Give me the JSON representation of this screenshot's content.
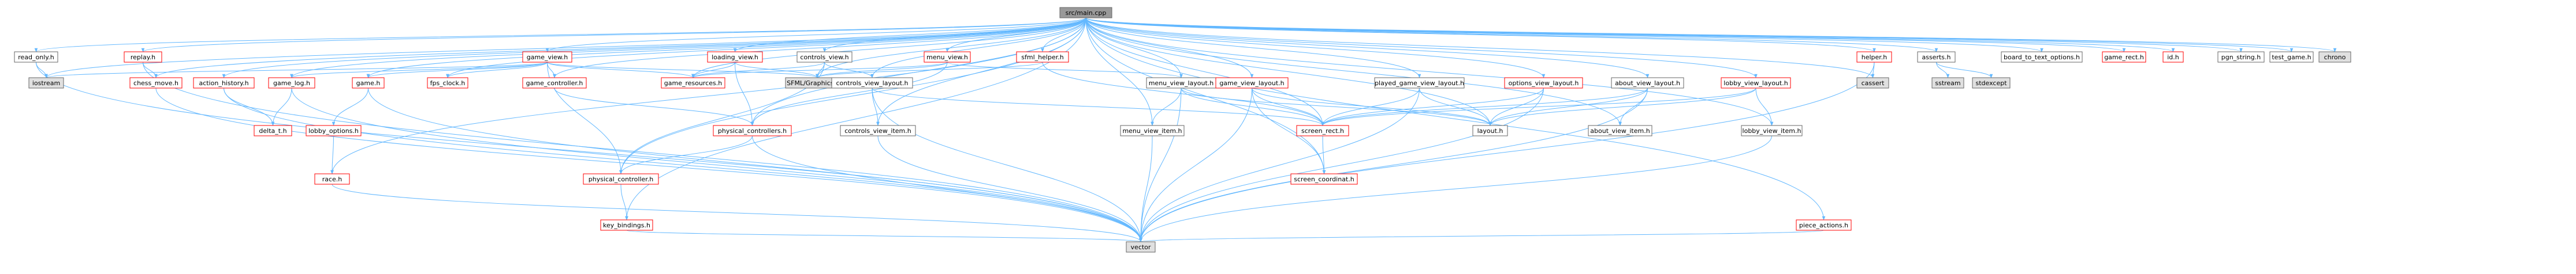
{
  "title": "",
  "colors": {
    "edge": "#63b8ff",
    "node_border_default": "#666666",
    "node_border_red": "#ff0000",
    "node_fill_root": "#999999",
    "node_fill_system": "#e0e0e0",
    "node_fill_default": "#ffffff",
    "text": "#000000"
  },
  "nodes": [
    {
      "id": "src_main_cpp",
      "label": "src/main.cpp",
      "style": "root"
    },
    {
      "id": "read_only_h",
      "label": "read_only.h",
      "style": "default"
    },
    {
      "id": "iostream",
      "label": "iostream",
      "style": "system"
    },
    {
      "id": "replay_h",
      "label": "replay.h",
      "style": "red"
    },
    {
      "id": "chess_move_h",
      "label": "chess_move.h",
      "style": "red"
    },
    {
      "id": "action_history_h",
      "label": "action_history.h",
      "style": "red"
    },
    {
      "id": "delta_t_h",
      "label": "delta_t.h",
      "style": "red"
    },
    {
      "id": "game_log_h",
      "label": "game_log.h",
      "style": "red"
    },
    {
      "id": "lobby_options_h",
      "label": "lobby_options.h",
      "style": "red"
    },
    {
      "id": "race_h",
      "label": "race.h",
      "style": "red"
    },
    {
      "id": "game_h",
      "label": "game.h",
      "style": "red"
    },
    {
      "id": "fps_clock_h",
      "label": "fps_clock.h",
      "style": "red"
    },
    {
      "id": "game_view_h",
      "label": "game_view.h",
      "style": "red"
    },
    {
      "id": "game_controller_h",
      "label": "game_controller.h",
      "style": "red"
    },
    {
      "id": "physical_controller_h",
      "label": "physical_controller.h",
      "style": "red"
    },
    {
      "id": "key_bindings_h",
      "label": "key_bindings.h",
      "style": "red"
    },
    {
      "id": "loading_view_h",
      "label": "loading_view.h",
      "style": "red"
    },
    {
      "id": "game_resources_h",
      "label": "game_resources.h",
      "style": "red"
    },
    {
      "id": "physical_controllers_h",
      "label": "physical_controllers.h",
      "style": "red"
    },
    {
      "id": "controls_view_h",
      "label": "controls_view.h",
      "style": "default"
    },
    {
      "id": "sfml_graphics_hpp",
      "label": "SFML/Graphics.hpp",
      "style": "system"
    },
    {
      "id": "controls_view_layout_h",
      "label": "controls_view_layout.h",
      "style": "default"
    },
    {
      "id": "controls_view_item_h",
      "label": "controls_view_item.h",
      "style": "default"
    },
    {
      "id": "menu_view_h",
      "label": "menu_view.h",
      "style": "red"
    },
    {
      "id": "sfml_helper_h",
      "label": "sfml_helper.h",
      "style": "red"
    },
    {
      "id": "menu_view_layout_h",
      "label": "menu_view_layout.h",
      "style": "default"
    },
    {
      "id": "menu_view_item_h",
      "label": "menu_view_item.h",
      "style": "default"
    },
    {
      "id": "game_view_layout_h",
      "label": "game_view_layout.h",
      "style": "red"
    },
    {
      "id": "screen_rect_h",
      "label": "screen_rect.h",
      "style": "red"
    },
    {
      "id": "screen_coordinat_h",
      "label": "screen_coordinat.h",
      "style": "red"
    },
    {
      "id": "played_game_view_layout_h",
      "label": "played_game_view_layout.h",
      "style": "default"
    },
    {
      "id": "options_view_layout_h",
      "label": "options_view_layout.h",
      "style": "red"
    },
    {
      "id": "layout_h",
      "label": "layout.h",
      "style": "default"
    },
    {
      "id": "about_view_layout_h",
      "label": "about_view_layout.h",
      "style": "default"
    },
    {
      "id": "about_view_item_h",
      "label": "about_view_item.h",
      "style": "default"
    },
    {
      "id": "lobby_view_layout_h",
      "label": "lobby_view_layout.h",
      "style": "red"
    },
    {
      "id": "lobby_view_item_h",
      "label": "lobby_view_item.h",
      "style": "default"
    },
    {
      "id": "helper_h",
      "label": "helper.h",
      "style": "red"
    },
    {
      "id": "cassert",
      "label": "cassert",
      "style": "system"
    },
    {
      "id": "asserts_h",
      "label": "asserts.h",
      "style": "default"
    },
    {
      "id": "sstream",
      "label": "sstream",
      "style": "system"
    },
    {
      "id": "stdexcept",
      "label": "stdexcept",
      "style": "system"
    },
    {
      "id": "board_to_text_options_h",
      "label": "board_to_text_options.h",
      "style": "default"
    },
    {
      "id": "game_rect_h",
      "label": "game_rect.h",
      "style": "red"
    },
    {
      "id": "id_h",
      "label": "id.h",
      "style": "red"
    },
    {
      "id": "pgn_string_h",
      "label": "pgn_string.h",
      "style": "default"
    },
    {
      "id": "test_game_h",
      "label": "test_game.h",
      "style": "default"
    },
    {
      "id": "chrono",
      "label": "chrono",
      "style": "system"
    },
    {
      "id": "piece_actions_h",
      "label": "piece_actions.h",
      "style": "red"
    },
    {
      "id": "vector",
      "label": "vector",
      "style": "system"
    }
  ],
  "edges": [
    [
      "src_main_cpp",
      "read_only_h"
    ],
    [
      "src_main_cpp",
      "iostream"
    ],
    [
      "src_main_cpp",
      "replay_h"
    ],
    [
      "src_main_cpp",
      "chess_move_h"
    ],
    [
      "src_main_cpp",
      "action_history_h"
    ],
    [
      "src_main_cpp",
      "game_log_h"
    ],
    [
      "src_main_cpp",
      "game_h"
    ],
    [
      "src_main_cpp",
      "race_h"
    ],
    [
      "src_main_cpp",
      "fps_clock_h"
    ],
    [
      "src_main_cpp",
      "game_view_h"
    ],
    [
      "src_main_cpp",
      "game_controller_h"
    ],
    [
      "src_main_cpp",
      "physical_controller_h"
    ],
    [
      "src_main_cpp",
      "key_bindings_h"
    ],
    [
      "src_main_cpp",
      "loading_view_h"
    ],
    [
      "src_main_cpp",
      "game_resources_h"
    ],
    [
      "src_main_cpp",
      "physical_controllers_h"
    ],
    [
      "src_main_cpp",
      "controls_view_h"
    ],
    [
      "src_main_cpp",
      "sfml_graphics_hpp"
    ],
    [
      "src_main_cpp",
      "controls_view_layout_h"
    ],
    [
      "src_main_cpp",
      "controls_view_item_h"
    ],
    [
      "src_main_cpp",
      "menu_view_h"
    ],
    [
      "src_main_cpp",
      "sfml_helper_h"
    ],
    [
      "src_main_cpp",
      "menu_view_layout_h"
    ],
    [
      "src_main_cpp",
      "menu_view_item_h"
    ],
    [
      "src_main_cpp",
      "game_view_layout_h"
    ],
    [
      "src_main_cpp",
      "screen_rect_h"
    ],
    [
      "src_main_cpp",
      "screen_coordinat_h"
    ],
    [
      "src_main_cpp",
      "played_game_view_layout_h"
    ],
    [
      "src_main_cpp",
      "options_view_layout_h"
    ],
    [
      "src_main_cpp",
      "layout_h"
    ],
    [
      "src_main_cpp",
      "about_view_layout_h"
    ],
    [
      "src_main_cpp",
      "about_view_item_h"
    ],
    [
      "src_main_cpp",
      "lobby_view_layout_h"
    ],
    [
      "src_main_cpp",
      "lobby_view_item_h"
    ],
    [
      "src_main_cpp",
      "helper_h"
    ],
    [
      "src_main_cpp",
      "cassert"
    ],
    [
      "src_main_cpp",
      "asserts_h"
    ],
    [
      "src_main_cpp",
      "board_to_text_options_h"
    ],
    [
      "src_main_cpp",
      "game_rect_h"
    ],
    [
      "src_main_cpp",
      "id_h"
    ],
    [
      "src_main_cpp",
      "pgn_string_h"
    ],
    [
      "src_main_cpp",
      "test_game_h"
    ],
    [
      "src_main_cpp",
      "chrono"
    ],
    [
      "src_main_cpp",
      "piece_actions_h"
    ],
    [
      "read_only_h",
      "iostream"
    ],
    [
      "read_only_h",
      "vector"
    ],
    [
      "replay_h",
      "chess_move_h"
    ],
    [
      "replay_h",
      "vector"
    ],
    [
      "chess_move_h",
      "vector"
    ],
    [
      "action_history_h",
      "delta_t_h"
    ],
    [
      "action_history_h",
      "vector"
    ],
    [
      "game_log_h",
      "delta_t_h"
    ],
    [
      "game_log_h",
      "vector"
    ],
    [
      "game_h",
      "lobby_options_h"
    ],
    [
      "game_h",
      "vector"
    ],
    [
      "lobby_options_h",
      "race_h"
    ],
    [
      "race_h",
      "vector"
    ],
    [
      "game_view_h",
      "game_log_h"
    ],
    [
      "game_view_h",
      "game_h"
    ],
    [
      "game_view_h",
      "fps_clock_h"
    ],
    [
      "game_view_h",
      "game_controller_h"
    ],
    [
      "game_view_h",
      "game_resources_h"
    ],
    [
      "game_view_h",
      "physical_controller_h"
    ],
    [
      "game_view_h",
      "sfml_graphics_hpp"
    ],
    [
      "game_view_h",
      "iostream"
    ],
    [
      "game_controller_h",
      "physical_controllers_h"
    ],
    [
      "physical_controllers_h",
      "physical_controller_h"
    ],
    [
      "physical_controllers_h",
      "vector"
    ],
    [
      "physical_controller_h",
      "key_bindings_h"
    ],
    [
      "key_bindings_h",
      "vector"
    ],
    [
      "loading_view_h",
      "game_resources_h"
    ],
    [
      "loading_view_h",
      "physical_controllers_h"
    ],
    [
      "loading_view_h",
      "sfml_graphics_hpp"
    ],
    [
      "controls_view_h",
      "game_resources_h"
    ],
    [
      "controls_view_h",
      "physical_controller_h"
    ],
    [
      "controls_view_h",
      "controls_view_layout_h"
    ],
    [
      "controls_view_h",
      "sfml_graphics_hpp"
    ],
    [
      "controls_view_layout_h",
      "controls_view_item_h"
    ],
    [
      "controls_view_layout_h",
      "screen_rect_h"
    ],
    [
      "controls_view_layout_h",
      "vector"
    ],
    [
      "controls_view_item_h",
      "vector"
    ],
    [
      "menu_view_h",
      "game_resources_h"
    ],
    [
      "menu_view_h",
      "menu_view_layout_h"
    ],
    [
      "menu_view_h",
      "physical_controllers_h"
    ],
    [
      "menu_view_h",
      "sfml_graphics_hpp"
    ],
    [
      "sfml_helper_h",
      "sfml_graphics_hpp"
    ],
    [
      "sfml_helper_h",
      "screen_rect_h"
    ],
    [
      "menu_view_layout_h",
      "menu_view_item_h"
    ],
    [
      "menu_view_layout_h",
      "screen_rect_h"
    ],
    [
      "menu_view_layout_h",
      "layout_h"
    ],
    [
      "menu_view_layout_h",
      "vector"
    ],
    [
      "menu_view_item_h",
      "vector"
    ],
    [
      "game_view_layout_h",
      "screen_rect_h"
    ],
    [
      "game_view_layout_h",
      "screen_coordinat_h"
    ],
    [
      "game_view_layout_h",
      "layout_h"
    ],
    [
      "game_view_layout_h",
      "vector"
    ],
    [
      "screen_rect_h",
      "screen_coordinat_h"
    ],
    [
      "played_game_view_layout_h",
      "screen_rect_h"
    ],
    [
      "played_game_view_layout_h",
      "layout_h"
    ],
    [
      "played_game_view_layout_h",
      "vector"
    ],
    [
      "options_view_layout_h",
      "screen_rect_h"
    ],
    [
      "options_view_layout_h",
      "layout_h"
    ],
    [
      "options_view_layout_h",
      "vector"
    ],
    [
      "about_view_layout_h",
      "about_view_item_h"
    ],
    [
      "about_view_layout_h",
      "screen_rect_h"
    ],
    [
      "about_view_layout_h",
      "layout_h"
    ],
    [
      "about_view_layout_h",
      "vector"
    ],
    [
      "lobby_view_layout_h",
      "lobby_view_item_h"
    ],
    [
      "lobby_view_layout_h",
      "screen_rect_h"
    ],
    [
      "lobby_view_layout_h",
      "layout_h"
    ],
    [
      "lobby_view_item_h",
      "vector"
    ],
    [
      "helper_h",
      "cassert"
    ],
    [
      "helper_h",
      "vector"
    ],
    [
      "asserts_h",
      "sstream"
    ],
    [
      "asserts_h",
      "stdexcept"
    ],
    [
      "piece_actions_h",
      "vector"
    ]
  ]
}
